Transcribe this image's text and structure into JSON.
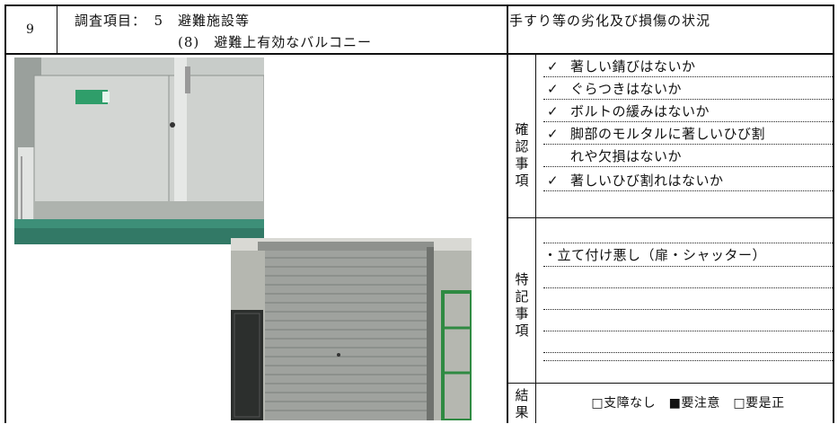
{
  "header": {
    "number": "9",
    "item_line1": "調査項目：　5　避難施設等",
    "item_line2": "(8)　避難上有効なバルコニー",
    "subject": "手すり等の劣化及び損傷の状況"
  },
  "check_section": {
    "label": [
      "確",
      "認",
      "事",
      "項"
    ],
    "items": [
      {
        "check": "✓",
        "text": "著しい錆びはないか"
      },
      {
        "check": "✓",
        "text": "ぐらつきはないか"
      },
      {
        "check": "✓",
        "text": "ボルトの緩みはないか"
      },
      {
        "check": "✓",
        "text": "脚部のモルタルに著しいひび割"
      },
      {
        "check": "",
        "text": "れや欠損はないか"
      },
      {
        "check": "✓",
        "text": "著しいひび割れはないか"
      }
    ]
  },
  "notes_section": {
    "label": [
      "特",
      "記",
      "事",
      "項"
    ],
    "note": "・立て付け悪し（扉・シャッター）"
  },
  "result_section": {
    "label": [
      "結",
      "果"
    ],
    "options": "□支障なし　■要注意　□要是正"
  },
  "photos": {
    "photo1": "balcony-partition-panel-photo",
    "photo2": "rolling-shutter-photo"
  }
}
